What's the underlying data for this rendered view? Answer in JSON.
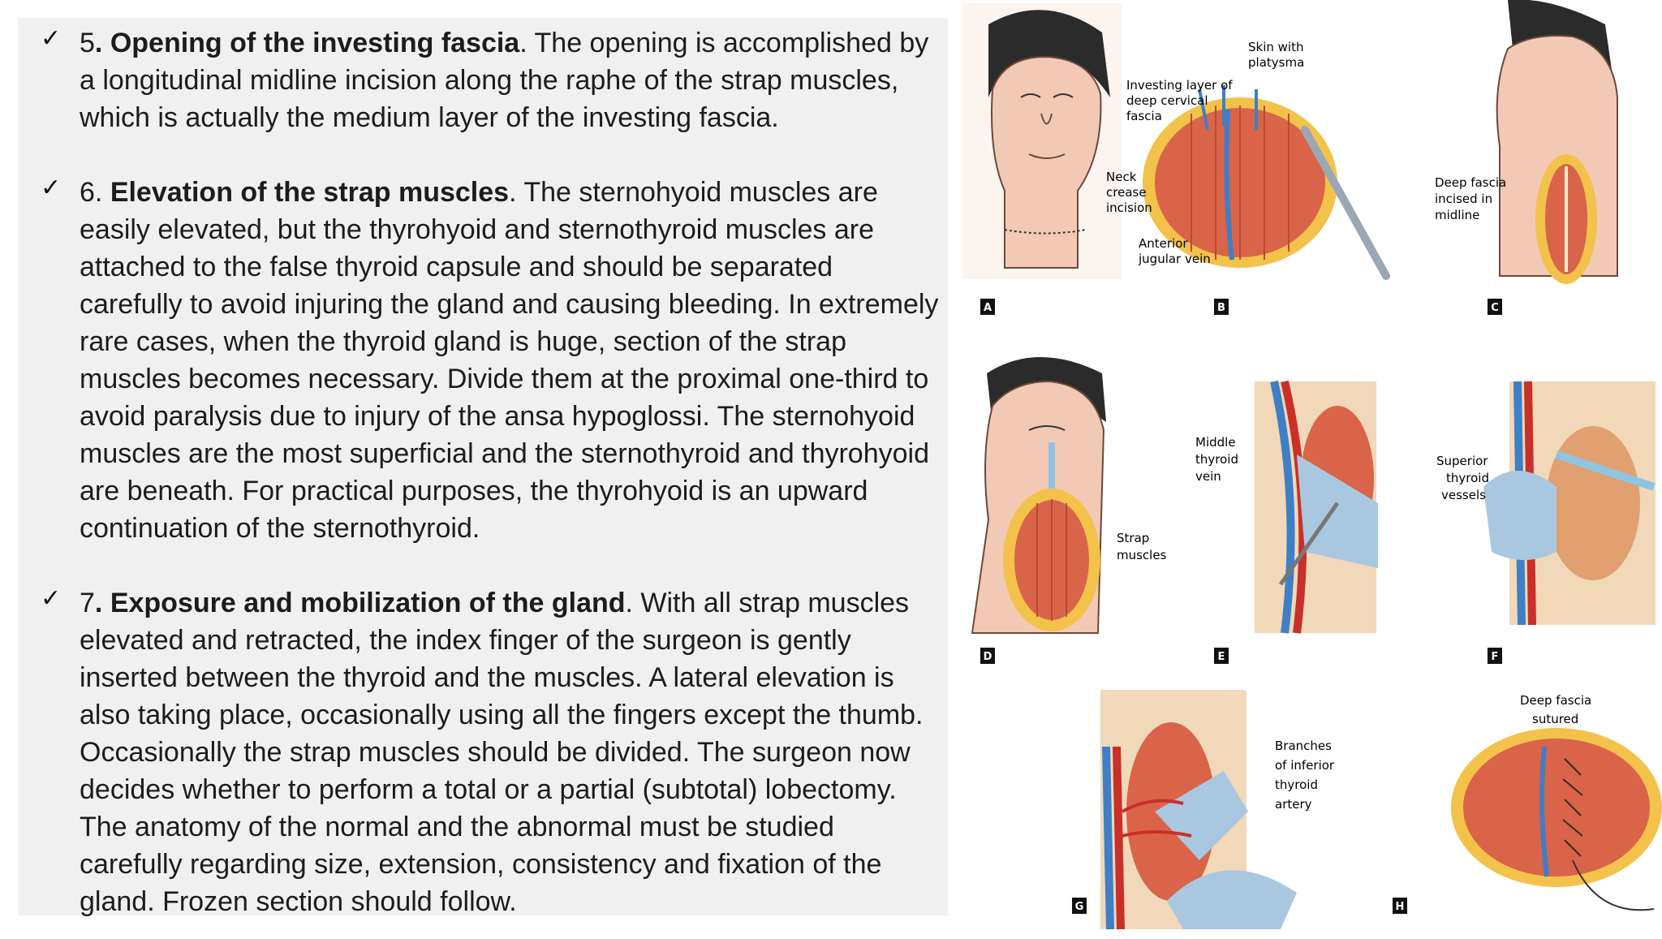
{
  "steps": [
    {
      "check": "✓",
      "number": "5",
      "title": ". Opening of the investing fascia",
      "body": ". The opening is accomplished by a longitudinal midline incision along the raphe of the strap muscles, which is actually the medium layer of the investing fascia."
    },
    {
      "check": "✓",
      "number": "6. ",
      "title": "Elevation of the strap muscles",
      "body": ". The sternohyoid muscles are easily elevated, but the thyrohyoid and sternothyroid muscles are attached to the false thyroid capsule and should be separated carefully to avoid injuring the gland and causing bleeding. In extremely rare cases, when the thyroid gland is huge, section of the strap muscles becomes necessary. Divide them at the proximal one-third to avoid paralysis due to injury of the ansa hypoglossi. The sternohyoid muscles are the most superficial and the sternothyroid and thyrohyoid are beneath. For practical purposes, the thyrohyoid is an upward continuation of the sternothyroid."
    },
    {
      "check": "✓",
      "number": "7",
      "title": ". Exposure and mobilization of the gland",
      "body": ". With all strap muscles elevated and retracted, the index finger of the surgeon is gently inserted between the thyroid and the muscles. A lateral elevation is also taking place, occasionally using all the fingers except the thumb. Occasionally the strap muscles should be divided. The surgeon now decides whether to perform a total or a partial (subtotal) lobectomy. The anatomy of the normal and the abnormal must be studied carefully regarding size, extension, consistency and fixation of the gland. Frozen section should follow."
    }
  ],
  "figure": {
    "panels": {
      "A": {
        "letter": "A",
        "labels": []
      },
      "B": {
        "letter": "B",
        "labels": [
          "Skin with",
          "platysma",
          "Investing layer of",
          "deep cervical",
          "fascia",
          "Neck",
          "crease",
          "incision",
          "Anterior",
          "jugular vein"
        ]
      },
      "C": {
        "letter": "C",
        "labels": [
          "Deep fascia",
          "incised in",
          "midline"
        ]
      },
      "D": {
        "letter": "D",
        "labels": [
          "Strap",
          "muscles"
        ]
      },
      "E": {
        "letter": "E",
        "labels": [
          "Middle",
          "thyroid",
          "vein"
        ]
      },
      "F": {
        "letter": "F",
        "labels": [
          "Superior",
          "thyroid",
          "vessels"
        ]
      },
      "G": {
        "letter": "G",
        "labels": [
          "Branches",
          "of inferior",
          "thyroid",
          "artery"
        ]
      },
      "H": {
        "letter": "H",
        "labels": [
          "Deep fascia",
          "sutured"
        ]
      }
    }
  },
  "colors": {
    "panel_bg": "#f0f0f0",
    "skin": "#f2c9b5",
    "hair": "#2b2b2b",
    "tissue": "#d9644a",
    "fat": "#f2c24a",
    "vein": "#3f7fc6",
    "artery": "#c8302a",
    "glove": "#a9c8e0"
  },
  "icons": [
    "check-icon"
  ]
}
